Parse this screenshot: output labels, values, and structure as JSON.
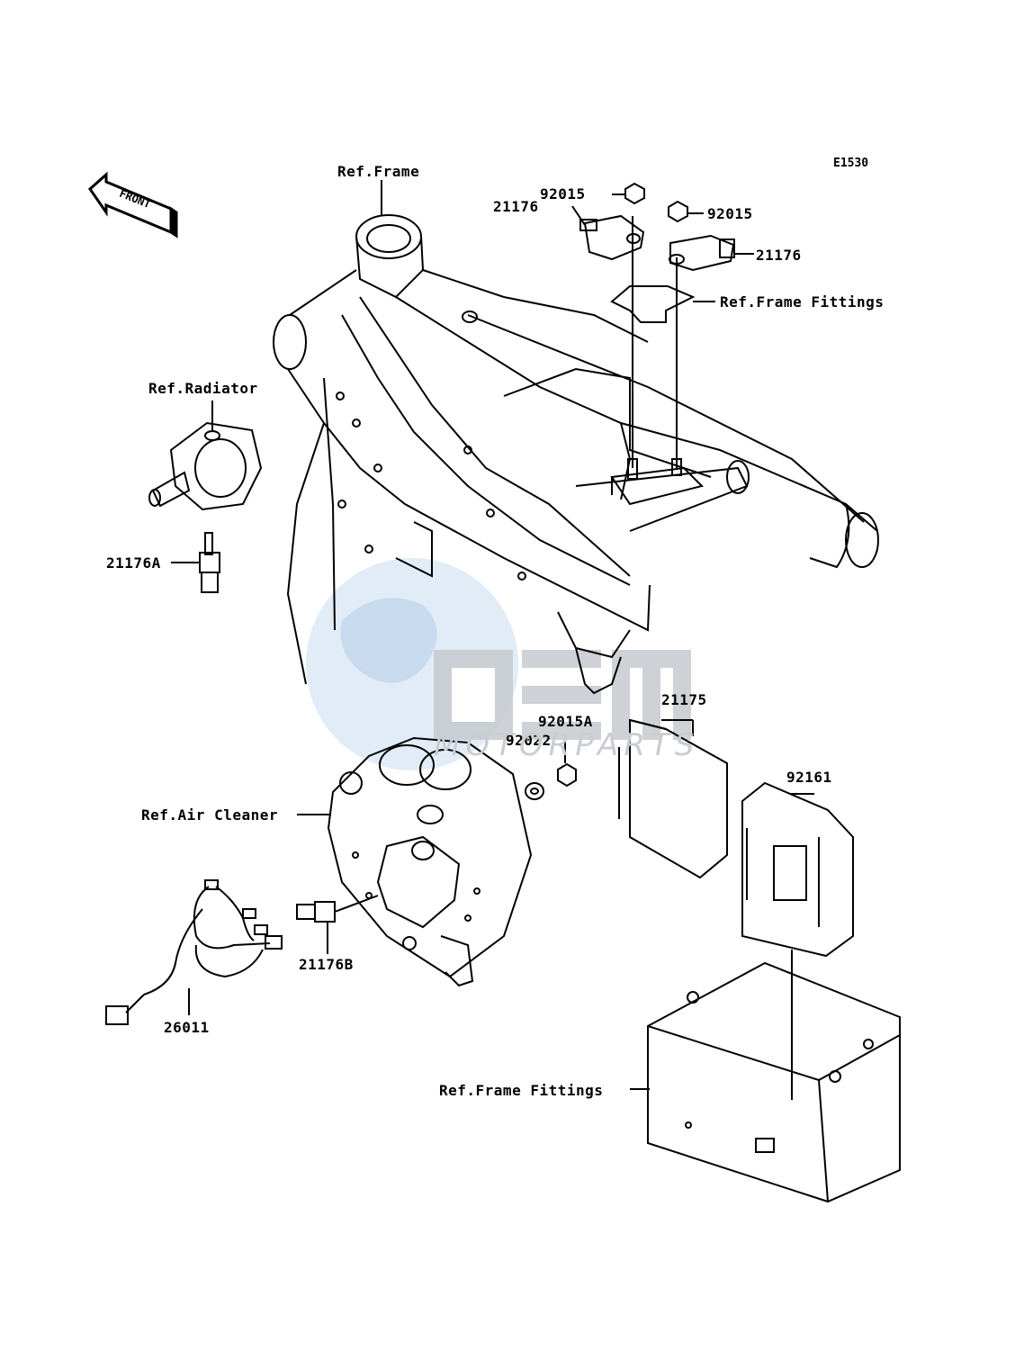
{
  "diagram_code": "E1530",
  "front_label": "FRONT",
  "watermark": {
    "logo": "OSM",
    "subtitle": "MOTORPARTS"
  },
  "labels": {
    "ref_frame": "Ref.Frame",
    "ref_radiator": "Ref.Radiator",
    "ref_air_cleaner": "Ref.Air Cleaner",
    "ref_frame_fittings_top": "Ref.Frame Fittings",
    "ref_frame_fittings_bottom": "Ref.Frame Fittings",
    "p_92015_left": "92015",
    "p_92015_right": "92015",
    "p_21176_left": "21176",
    "p_21176_right": "21176",
    "p_21176A": "21176A",
    "p_21176B": "21176B",
    "p_21175": "21175",
    "p_92015A": "92015A",
    "p_92022": "92022",
    "p_92161": "92161",
    "p_26011": "26011"
  },
  "colors": {
    "line": "#000000",
    "watermark_blue": "#b9d3ea",
    "watermark_gray": "#c6cacf"
  }
}
